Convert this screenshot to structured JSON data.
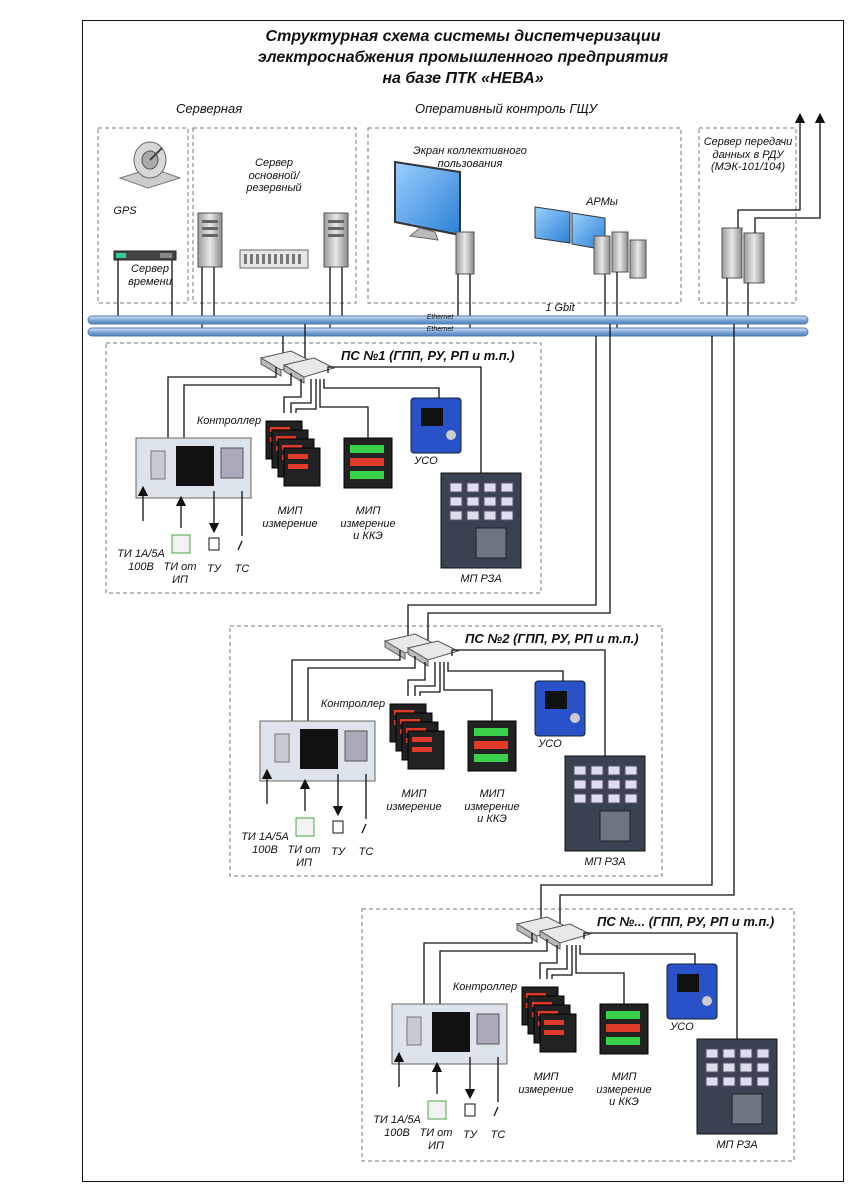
{
  "title": {
    "line1": "Структурная схема системы диспетчеризации",
    "line2": "электроснабжения промышленного предприятия",
    "line3": "на базе ПТК «НЕВА»"
  },
  "zones": {
    "server_room": "Серверная",
    "control": "Оперативный контроль ГЩУ"
  },
  "top": {
    "gps": "GPS",
    "time_server": "Сервер времени",
    "main_server": "Сервер основной/ резервный",
    "screen": "Экран коллективного пользования",
    "arm": "АРМы",
    "rdu_server": "Сервер передачи данных в РДУ (МЭК-101/104)",
    "bus_speed": "1 Gbit",
    "ethernet1": "Ethernet",
    "ethernet2": "Ethernet"
  },
  "substations": [
    {
      "title": "ПС №1 (ГПП, РУ, РП и т.п.)",
      "controller": "Контроллер",
      "mip1": "МИП измерение",
      "mip2": "МИП измерение и ККЭ",
      "uso": "УСО",
      "mprza": "МП РЗА",
      "ti1": "ТИ 1А/5А 100В",
      "ti2": "ТИ от ИП",
      "tu": "ТУ",
      "ts": "ТС"
    },
    {
      "title": "ПС №2 (ГПП, РУ, РП и т.п.)",
      "controller": "Контроллер",
      "mip1": "МИП измерение",
      "mip2": "МИП измерение и ККЭ",
      "uso": "УСО",
      "mprza": "МП РЗА",
      "ti1": "ТИ 1А/5А 100В",
      "ti2": "ТИ от ИП",
      "tu": "ТУ",
      "ts": "ТС"
    },
    {
      "title": "ПС №... (ГПП, РУ, РП и т.п.)",
      "controller": "Контроллер",
      "mip1": "МИП измерение",
      "mip2": "МИП измерение и ККЭ",
      "uso": "УСО",
      "mprza": "МП РЗА",
      "ti1": "ТИ 1А/5А 100В",
      "ti2": "ТИ от ИП",
      "tu": "ТУ",
      "ts": "ТС"
    }
  ],
  "colors": {
    "bus": "#7ea8d8",
    "dash": "#777777",
    "uso": "#2a52c8",
    "meter_green": "#39d04a",
    "meter_red": "#e03a2a"
  }
}
